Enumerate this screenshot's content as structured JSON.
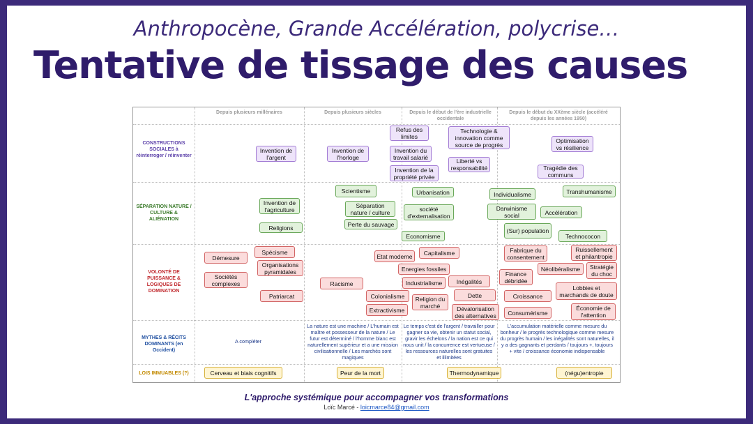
{
  "subtitle": "Anthropocène, Grande Accélération, polycrise…",
  "title": "Tentative de tissage des causes",
  "columns": [
    "Depuis plusieurs millénaires",
    "Depuis plusieurs siècles",
    "Depuis le début de l'ère industrielle occidentale",
    "Depuis le début du XXème siècle (accéléré depuis les années 1950)"
  ],
  "rows": {
    "constructions": "CONSTRUCTIONS SOCIALES à réinterroger / réinventer",
    "separation": "SÉPARATION NATURE / CULTURE & ALIÉNATION",
    "volonte": "VOLONTÉ DE PUISSANCE & LOGIQUES DE DOMINATION",
    "mythes": "MYTHES & RÉCITS DOMINANTS (en Occident)",
    "lois": "LOIS IMMUABLES (?)"
  },
  "row_colors": {
    "constructions": "#5a3fa8",
    "separation": "#3a7a2a",
    "volonte": "#c0282d",
    "mythes": "#1f4fa0",
    "lois": "#c28a00"
  },
  "boxes": {
    "invention_argent": "Invention de l'argent",
    "invention_horloge": "Invention de l'horloge",
    "refus_limites": "Refus des limites",
    "invention_travail": "Invention du travail salarié",
    "invention_propriete": "Invention de la propriété privée",
    "technologie": "Technologie & innovation comme source de progrès",
    "liberte": "Liberté vs responsabilité",
    "optimisation": "Optimisation vs résilience",
    "tragedie": "Tragédie des communs",
    "invention_agriculture": "Invention de l'agriculture",
    "religions": "Religions",
    "scientisme": "Scientisme",
    "separation_nc": "Séparation nature / culture",
    "perte_sauvage": "Perte du sauvage",
    "urbanisation": "Urbanisation",
    "societe_ext": "société d'externalisation",
    "economisme": "Economisme",
    "individualisme": "Individualisme",
    "darwinisme": "Darwinisme social",
    "surpopulation": "(Sur) population",
    "transhumanisme": "Transhumanisme",
    "acceleration": "Accélération",
    "technococon": "Technococon",
    "demesure": "Démesure",
    "specisme": "Spécisme",
    "organisations": "Organisations pyramidales",
    "societes_complexes": "Sociétés complexes",
    "patriarcat": "Patriarcat",
    "etat_moderne": "Etat moderne",
    "capitalisme": "Capitalisme",
    "energies_fossiles": "Energies fossiles",
    "racisme": "Racisme",
    "industrialisme": "Industrialisme",
    "inegalites": "Inégalités",
    "colonialisme": "Colonialisme",
    "religion_marche": "Religion du marché",
    "dette": "Dette",
    "extractivisme": "Extractivisme",
    "devalorisation": "Dévalorisation des alternatives",
    "fabrique": "Fabrique du consentement",
    "ruissellement": "Ruissellement et philantropie",
    "neoliberalisme": "Néolibéralisme",
    "strategie_choc": "Stratégie du choc",
    "finance": "Finance débridée",
    "croissance": "Croissance",
    "lobbies": "Lobbies et marchands de doute",
    "consumerisme": "Consumérisme",
    "economie_attention": "Économie de l'attention",
    "cerveau": "Cerveau et biais cognitifs",
    "peur_mort": "Peur de la mort",
    "thermodynamique": "Thermodynamique",
    "neguentropie": "(négu)entropie"
  },
  "myths": {
    "a_completer": "A compléter",
    "machine": "La nature est une machine / L'humain est maître et possesseur de la nature / Le futur est déterminé / l'homme blanc est naturellement supérieur et a une mission civilisationnelle / Les marchés sont magiques",
    "temps_argent": "Le temps c'est de l'argent / travailler pour gagner sa vie, obtenir un statut social, gravir les échelons / la nation est ce qui nous unit / la concurrence est vertueuse / les ressources naturelles sont gratuites et illimitées",
    "accumulation": "L'accumulation matérielle comme mesure du bonheur / le progrès technologique comme mesure du progrès humain / les inégalités sont naturelles, il y a des gagnants et perdants / toujours +, toujours + vite / croissance économie indispensable"
  },
  "footer": {
    "tagline": "L'approche systémique pour accompagner vos transformations",
    "author": "Loïc Marcé -",
    "email": "loicmarce84@gmail.com"
  }
}
